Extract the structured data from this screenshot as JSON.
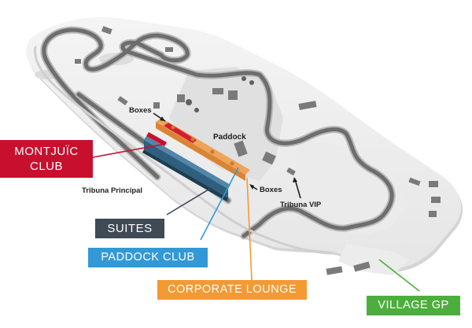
{
  "map": {
    "track_labels": {
      "boxes_top": "Boxes",
      "paddock": "Paddock",
      "boxes_bottom": "Boxes",
      "tribuna_principal": "Tribuna Principal",
      "tribuna_vip": "Tribuna VIP"
    },
    "zones": [
      {
        "id": "montjuic",
        "line1": "MONTJUÏC",
        "line2": "CLUB",
        "color": "#c8102e"
      },
      {
        "id": "suites",
        "label": "SUITES",
        "color": "#3f4a55"
      },
      {
        "id": "paddock_club",
        "label": "PADDOCK CLUB",
        "color": "#3399d6"
      },
      {
        "id": "corporate_lounge",
        "label": "CORPORATE LOUNGE",
        "color": "#f39a33"
      },
      {
        "id": "village_gp",
        "label": "VILLAGE GP",
        "color": "#4cae3c"
      }
    ]
  }
}
